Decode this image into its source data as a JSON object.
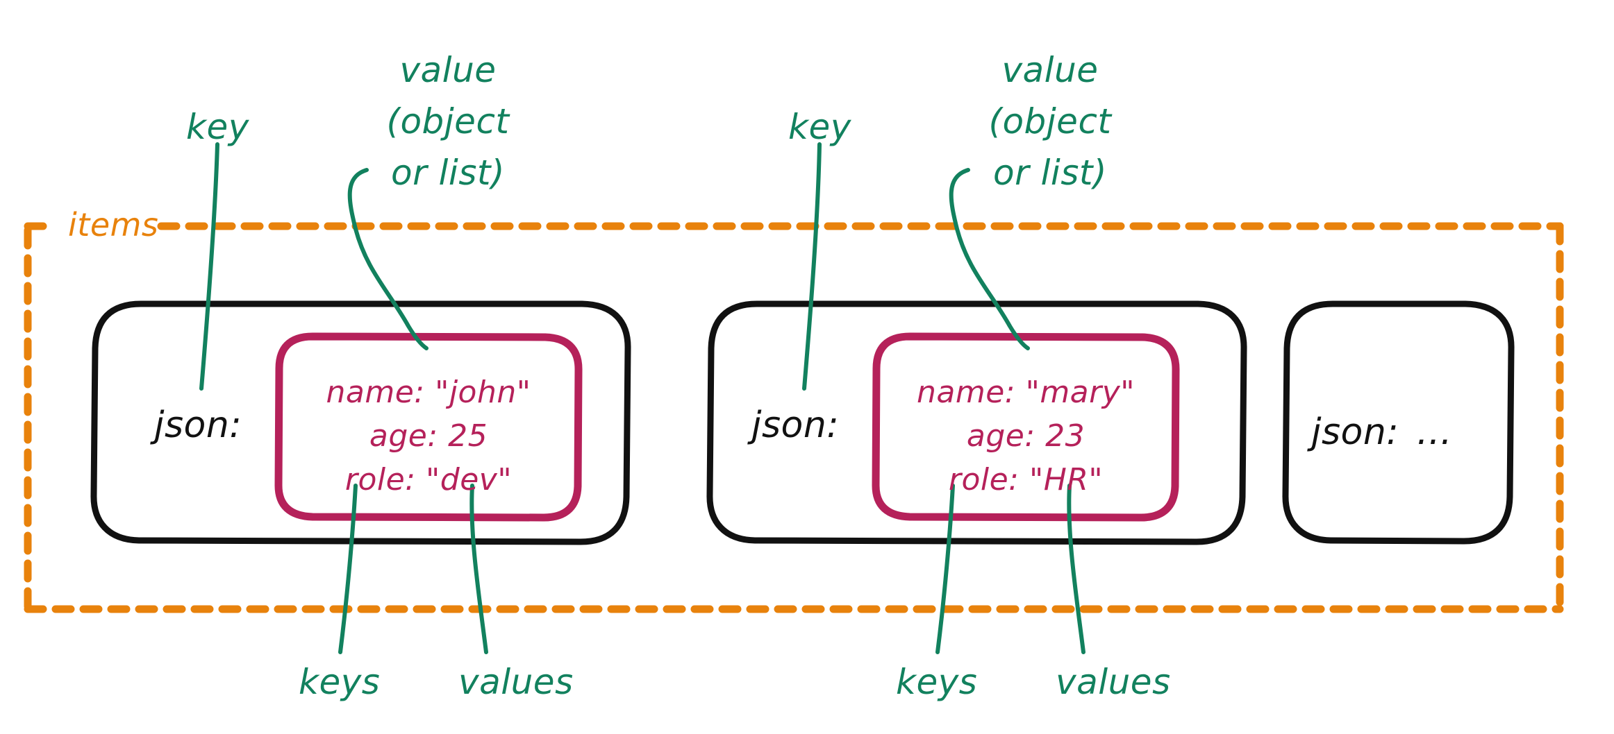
{
  "diagram": {
    "title": "items container with json item cards",
    "colors": {
      "green": "#12815E",
      "orange": "#E8820C",
      "black": "#111111",
      "crimson": "#B5215A",
      "background": "#FFFFFF"
    },
    "container": {
      "label": "items",
      "border_style": "dashed",
      "border_color": "#E8820C"
    },
    "annotations": {
      "key_left": "key",
      "key_right": "key",
      "value_left": [
        "value",
        "(object",
        "or list)"
      ],
      "value_right": [
        "value",
        "(object",
        "or list)"
      ],
      "keys_left": "keys",
      "values_left": "values",
      "keys_right": "keys",
      "values_right": "values"
    },
    "cards": [
      {
        "json_label": "json:",
        "has_inner_box": true,
        "fields": [
          {
            "key": "name:",
            "value": "\"john\""
          },
          {
            "key": "age:",
            "value": "25"
          },
          {
            "key": "role:",
            "value": "\"dev\""
          }
        ],
        "lines": [
          "name: \"john\"",
          "age: 25",
          "role: \"dev\""
        ]
      },
      {
        "json_label": "json:",
        "has_inner_box": true,
        "fields": [
          {
            "key": "name:",
            "value": "\"mary\""
          },
          {
            "key": "age:",
            "value": "23"
          },
          {
            "key": "role:",
            "value": "\"HR\""
          }
        ],
        "lines": [
          "name: \"mary\"",
          "age: 23",
          "role: \"HR\""
        ]
      },
      {
        "json_label": "json:",
        "has_inner_box": false,
        "ellipsis": "...",
        "fields": [],
        "lines": []
      }
    ]
  }
}
